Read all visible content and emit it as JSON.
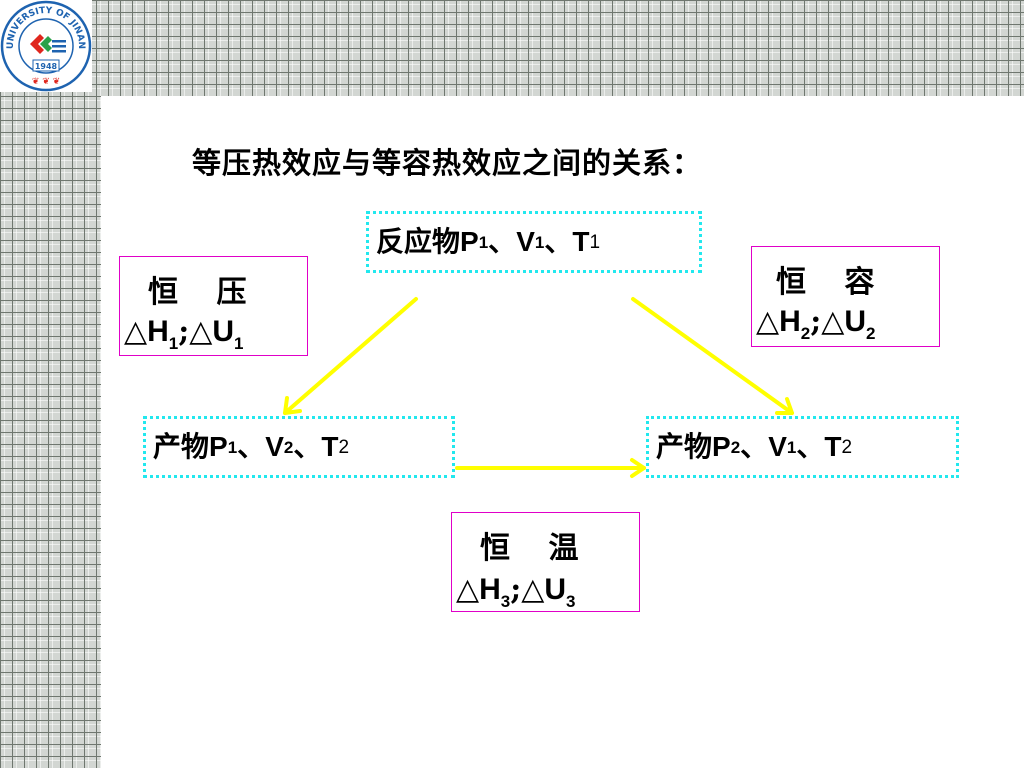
{
  "heading": "等压热效应与等容热效应之间的关系：",
  "logo": {
    "ring_text": "UNIVERSITY OF JINAN",
    "year": "1948",
    "colors": {
      "ring": "#1e63b0",
      "red": "#e0261d",
      "green": "#2aa24a"
    }
  },
  "states": {
    "reactant": {
      "name": "反应物",
      "p": "P",
      "p_sub": "1",
      "sep1": "、",
      "v": "V",
      "v_sub": "1",
      "sep2": "、",
      "t": "T",
      "t_sub": "1"
    },
    "product1": {
      "name": "产物",
      "p": "P",
      "p_sub": "1",
      "sep1": "、",
      "v": "V",
      "v_sub": "2",
      "sep2": "、",
      "t": "T",
      "t_sub": "2"
    },
    "product2": {
      "name": "产物",
      "p": "P",
      "p_sub": "2",
      "sep1": "、",
      "v": "V",
      "v_sub": "1",
      "sep2": "、",
      "t": "T",
      "t_sub": "2"
    }
  },
  "conditions": {
    "pressure": {
      "label": "恒 压",
      "h": "△H",
      "h_sub": "1",
      "sep": ";",
      "u": "△U",
      "u_sub": "1"
    },
    "volume": {
      "label": "恒 容",
      "h": "△H",
      "h_sub": "2",
      "sep": ";",
      "u": "△U",
      "u_sub": "2"
    },
    "temperature": {
      "label": "恒 温",
      "h": "△H",
      "h_sub": "3",
      "sep": ";",
      "u": "△U",
      "u_sub": "3"
    }
  },
  "colors": {
    "state_border": "#22e8ee",
    "condition_border": "#e000c8",
    "arrow": "#ffff00",
    "grid_bg": "#d2d6d2",
    "grid_line": "#6f776f"
  }
}
